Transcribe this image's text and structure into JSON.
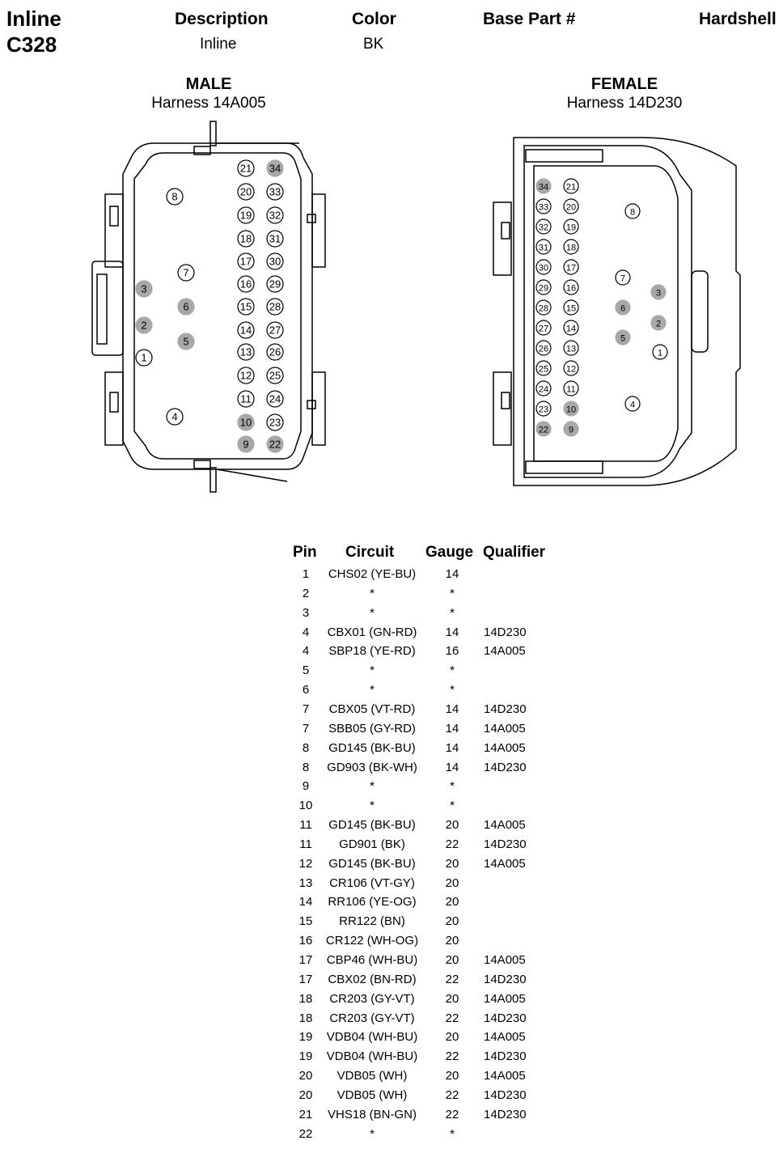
{
  "header": {
    "connector_type": "Inline",
    "connector_id": "C328",
    "description_label": "Description",
    "description_value": "Inline",
    "color_label": "Color",
    "color_value": "BK",
    "base_part_label": "Base Part #",
    "hardshell_label": "Hardshell"
  },
  "male": {
    "title": "MALE",
    "harness": "Harness 14A005",
    "pins": [
      {
        "n": "21",
        "filled": false
      },
      {
        "n": "34",
        "filled": true
      },
      {
        "n": "20",
        "filled": false
      },
      {
        "n": "33",
        "filled": false
      },
      {
        "n": "19",
        "filled": false
      },
      {
        "n": "32",
        "filled": false
      },
      {
        "n": "18",
        "filled": false
      },
      {
        "n": "31",
        "filled": false
      },
      {
        "n": "17",
        "filled": false
      },
      {
        "n": "30",
        "filled": false
      },
      {
        "n": "16",
        "filled": false
      },
      {
        "n": "29",
        "filled": false
      },
      {
        "n": "15",
        "filled": false
      },
      {
        "n": "28",
        "filled": false
      },
      {
        "n": "14",
        "filled": false
      },
      {
        "n": "27",
        "filled": false
      },
      {
        "n": "13",
        "filled": false
      },
      {
        "n": "26",
        "filled": false
      },
      {
        "n": "12",
        "filled": false
      },
      {
        "n": "25",
        "filled": false
      },
      {
        "n": "11",
        "filled": false
      },
      {
        "n": "24",
        "filled": false
      },
      {
        "n": "10",
        "filled": true
      },
      {
        "n": "23",
        "filled": false
      },
      {
        "n": "9",
        "filled": true
      },
      {
        "n": "22",
        "filled": true
      },
      {
        "n": "8",
        "filled": false
      },
      {
        "n": "7",
        "filled": false
      },
      {
        "n": "6",
        "filled": true
      },
      {
        "n": "5",
        "filled": true
      },
      {
        "n": "3",
        "filled": true
      },
      {
        "n": "2",
        "filled": true
      },
      {
        "n": "1",
        "filled": false
      },
      {
        "n": "4",
        "filled": false
      }
    ]
  },
  "female": {
    "title": "FEMALE",
    "harness": "Harness 14D230",
    "pins": [
      {
        "n": "34",
        "filled": true
      },
      {
        "n": "21",
        "filled": false
      },
      {
        "n": "33",
        "filled": false
      },
      {
        "n": "20",
        "filled": false
      },
      {
        "n": "32",
        "filled": false
      },
      {
        "n": "19",
        "filled": false
      },
      {
        "n": "31",
        "filled": false
      },
      {
        "n": "18",
        "filled": false
      },
      {
        "n": "30",
        "filled": false
      },
      {
        "n": "17",
        "filled": false
      },
      {
        "n": "29",
        "filled": false
      },
      {
        "n": "16",
        "filled": false
      },
      {
        "n": "28",
        "filled": false
      },
      {
        "n": "15",
        "filled": false
      },
      {
        "n": "27",
        "filled": false
      },
      {
        "n": "14",
        "filled": false
      },
      {
        "n": "26",
        "filled": false
      },
      {
        "n": "13",
        "filled": false
      },
      {
        "n": "25",
        "filled": false
      },
      {
        "n": "12",
        "filled": false
      },
      {
        "n": "24",
        "filled": false
      },
      {
        "n": "11",
        "filled": false
      },
      {
        "n": "23",
        "filled": false
      },
      {
        "n": "10",
        "filled": true
      },
      {
        "n": "22",
        "filled": true
      },
      {
        "n": "9",
        "filled": true
      },
      {
        "n": "8",
        "filled": false
      },
      {
        "n": "7",
        "filled": false
      },
      {
        "n": "6",
        "filled": true
      },
      {
        "n": "5",
        "filled": true
      },
      {
        "n": "3",
        "filled": true
      },
      {
        "n": "2",
        "filled": true
      },
      {
        "n": "1",
        "filled": false
      },
      {
        "n": "4",
        "filled": false
      }
    ]
  },
  "table": {
    "headers": {
      "pin": "Pin",
      "circuit": "Circuit",
      "gauge": "Gauge",
      "qualifier": "Qualifier"
    },
    "rows": [
      {
        "pin": "1",
        "circuit": "CHS02 (YE-BU)",
        "gauge": "14",
        "qualifier": ""
      },
      {
        "pin": "2",
        "circuit": "*",
        "gauge": "*",
        "qualifier": ""
      },
      {
        "pin": "3",
        "circuit": "*",
        "gauge": "*",
        "qualifier": ""
      },
      {
        "pin": "4",
        "circuit": "CBX01 (GN-RD)",
        "gauge": "14",
        "qualifier": "14D230"
      },
      {
        "pin": "4",
        "circuit": "SBP18 (YE-RD)",
        "gauge": "16",
        "qualifier": "14A005"
      },
      {
        "pin": "5",
        "circuit": "*",
        "gauge": "*",
        "qualifier": ""
      },
      {
        "pin": "6",
        "circuit": "*",
        "gauge": "*",
        "qualifier": ""
      },
      {
        "pin": "7",
        "circuit": "CBX05 (VT-RD)",
        "gauge": "14",
        "qualifier": "14D230"
      },
      {
        "pin": "7",
        "circuit": "SBB05 (GY-RD)",
        "gauge": "14",
        "qualifier": "14A005"
      },
      {
        "pin": "8",
        "circuit": "GD145 (BK-BU)",
        "gauge": "14",
        "qualifier": "14A005"
      },
      {
        "pin": "8",
        "circuit": "GD903 (BK-WH)",
        "gauge": "14",
        "qualifier": "14D230"
      },
      {
        "pin": "9",
        "circuit": "*",
        "gauge": "*",
        "qualifier": ""
      },
      {
        "pin": "10",
        "circuit": "*",
        "gauge": "*",
        "qualifier": ""
      },
      {
        "pin": "11",
        "circuit": "GD145 (BK-BU)",
        "gauge": "20",
        "qualifier": "14A005"
      },
      {
        "pin": "11",
        "circuit": "GD901 (BK)",
        "gauge": "22",
        "qualifier": "14D230"
      },
      {
        "pin": "12",
        "circuit": "GD145 (BK-BU)",
        "gauge": "20",
        "qualifier": "14A005"
      },
      {
        "pin": "13",
        "circuit": "CR106 (VT-GY)",
        "gauge": "20",
        "qualifier": ""
      },
      {
        "pin": "14",
        "circuit": "RR106 (YE-OG)",
        "gauge": "20",
        "qualifier": ""
      },
      {
        "pin": "15",
        "circuit": "RR122 (BN)",
        "gauge": "20",
        "qualifier": ""
      },
      {
        "pin": "16",
        "circuit": "CR122 (WH-OG)",
        "gauge": "20",
        "qualifier": ""
      },
      {
        "pin": "17",
        "circuit": "CBP46 (WH-BU)",
        "gauge": "20",
        "qualifier": "14A005"
      },
      {
        "pin": "17",
        "circuit": "CBX02 (BN-RD)",
        "gauge": "22",
        "qualifier": "14D230"
      },
      {
        "pin": "18",
        "circuit": "CR203 (GY-VT)",
        "gauge": "20",
        "qualifier": "14A005"
      },
      {
        "pin": "18",
        "circuit": "CR203 (GY-VT)",
        "gauge": "22",
        "qualifier": "14D230"
      },
      {
        "pin": "19",
        "circuit": "VDB04 (WH-BU)",
        "gauge": "20",
        "qualifier": "14A005"
      },
      {
        "pin": "19",
        "circuit": "VDB04 (WH-BU)",
        "gauge": "22",
        "qualifier": "14D230"
      },
      {
        "pin": "20",
        "circuit": "VDB05 (WH)",
        "gauge": "20",
        "qualifier": "14A005"
      },
      {
        "pin": "20",
        "circuit": "VDB05 (WH)",
        "gauge": "22",
        "qualifier": "14D230"
      },
      {
        "pin": "21",
        "circuit": "VHS18 (BN-GN)",
        "gauge": "22",
        "qualifier": "14D230"
      },
      {
        "pin": "22",
        "circuit": "*",
        "gauge": "*",
        "qualifier": ""
      }
    ]
  },
  "colors": {
    "filled_pin": "#a8a8a8",
    "outline": "#000000",
    "background": "#ffffff"
  }
}
